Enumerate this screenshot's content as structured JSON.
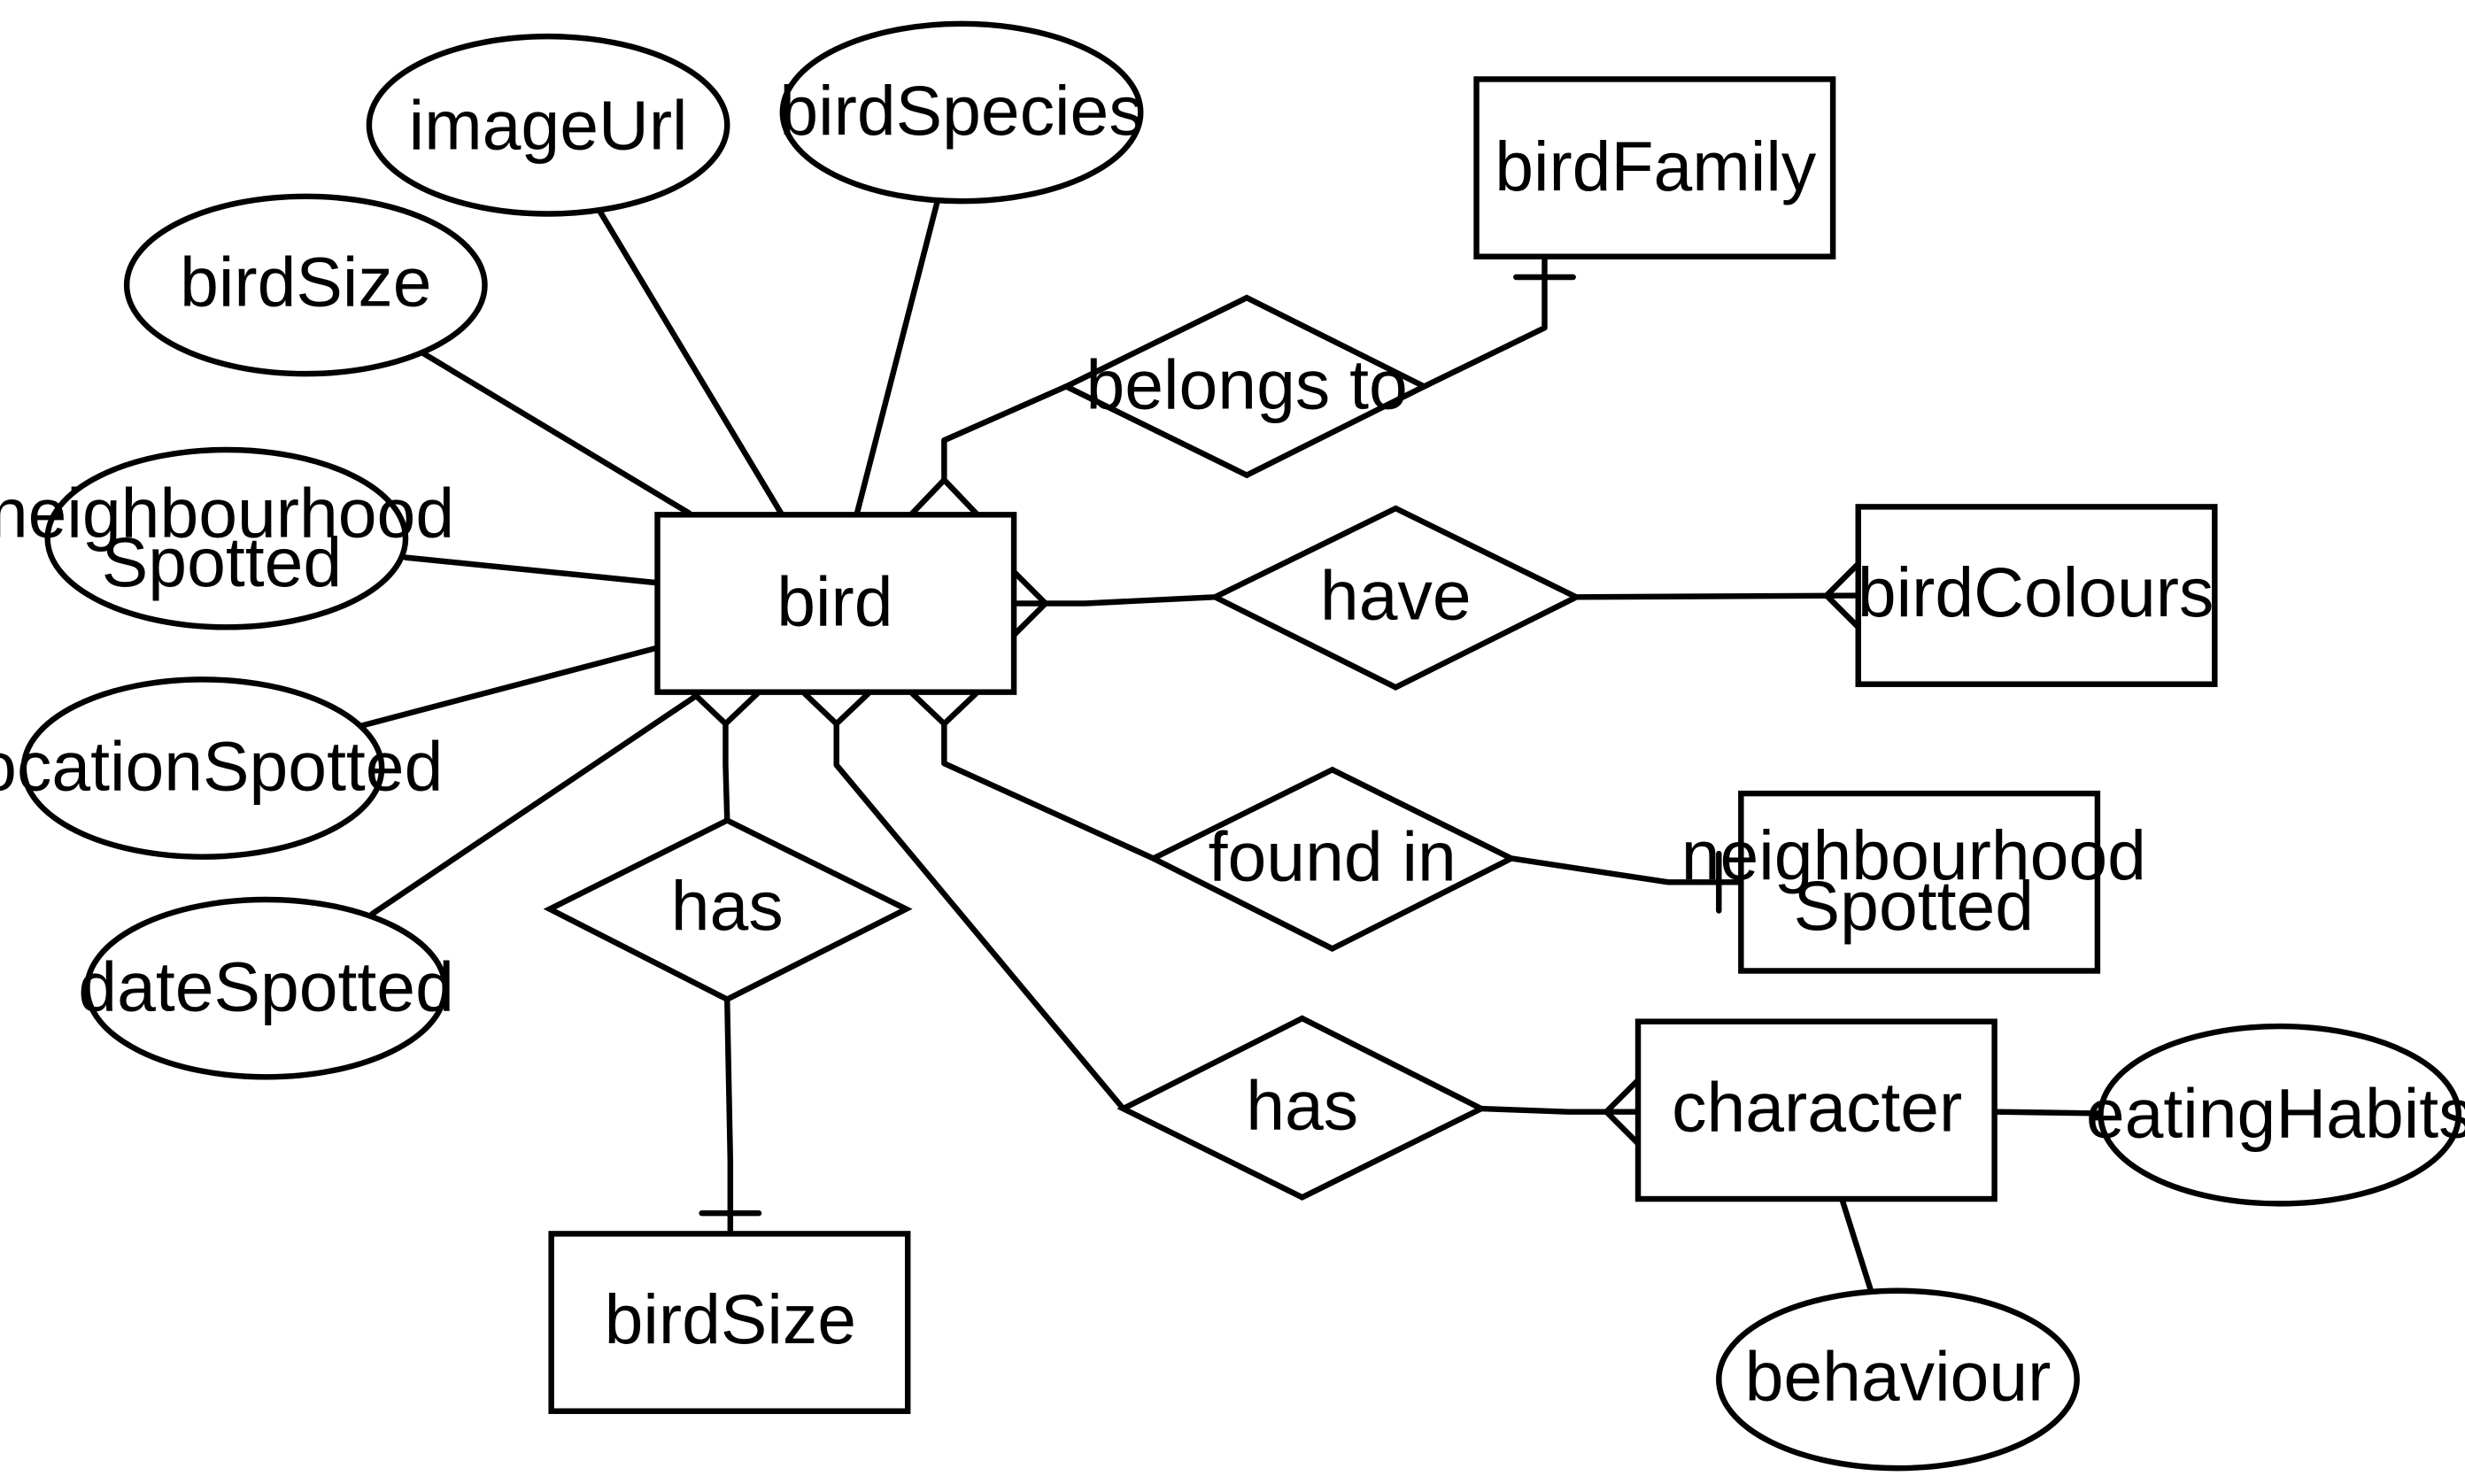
{
  "attributes": {
    "imageUrl": "imageUrl",
    "birdSpecies": "birdSpecies",
    "birdSize": "birdSize",
    "neighbourhoodSpotted": [
      "neighbourhood",
      "Spotted"
    ],
    "locationSpotted": "locationSpotted",
    "dateSpotted": "dateSpotted",
    "eatingHabits": "eatingHabits",
    "behaviour": "behaviour"
  },
  "entities": {
    "bird": "bird",
    "birdFamily": "birdFamily",
    "birdColours": "birdColours",
    "neighbourhoodSpotted": [
      "neighbourhood",
      "Spotted"
    ],
    "character": "character",
    "birdSize": "birdSize"
  },
  "relationships": {
    "belongsTo": "belongs to",
    "have": "have",
    "foundIn": "found in",
    "hasCharacter": "has",
    "hasSize": "has"
  }
}
